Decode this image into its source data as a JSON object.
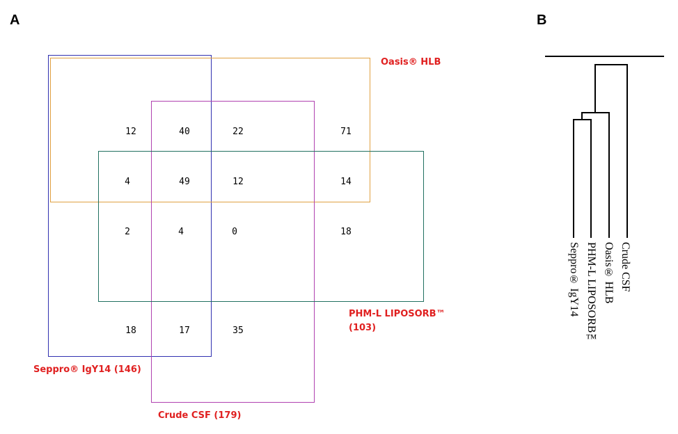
{
  "panels": {
    "a": "A",
    "b": "B"
  },
  "sets": {
    "oasis": {
      "label": "Oasis® HLB",
      "color": "#e0a040"
    },
    "seppro": {
      "label": "Seppro® IgY14  (146)",
      "color": "#3030b0"
    },
    "crude": {
      "label": "Crude CSF (179)",
      "color": "#b040b0"
    },
    "phm": {
      "label_line1": "PHM-L LIPOSORB™",
      "label_line2": "(103)",
      "color": "#207060"
    }
  },
  "counts": {
    "r1": [
      "12",
      "40",
      "22",
      "71"
    ],
    "r2": [
      "4",
      "49",
      "12",
      "14"
    ],
    "r3": [
      "2",
      "4",
      "0",
      "18"
    ],
    "r4": [
      "18",
      "17",
      "35"
    ]
  },
  "dendrogram": {
    "leaves": [
      "Seppro® IgY14",
      "PHM-L LIPOSORB™",
      "Oasis® HLB",
      "Crude CSF"
    ]
  }
}
